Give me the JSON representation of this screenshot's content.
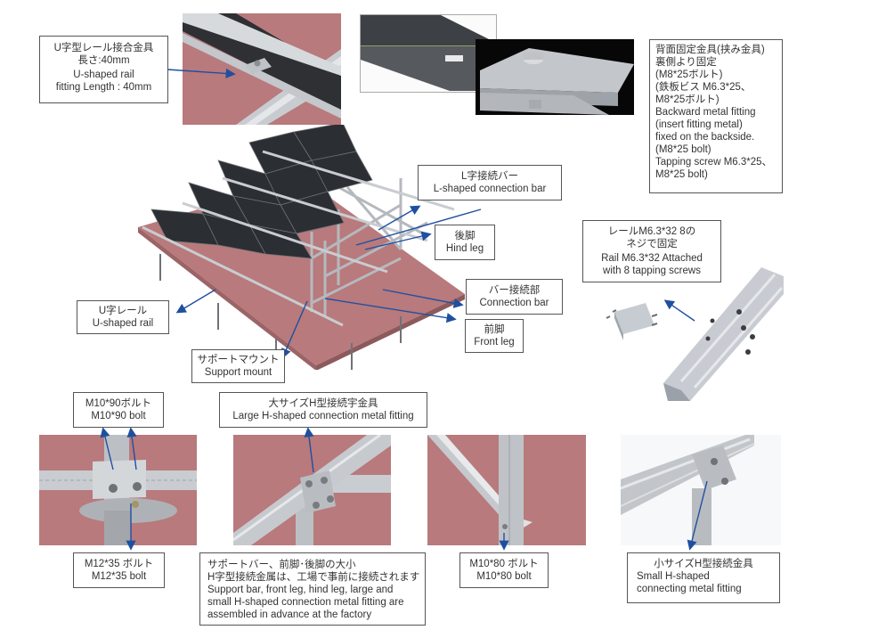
{
  "colors": {
    "ground": "#b87a7c",
    "arrow": "#1f4fa0",
    "panel": "#2b2e33",
    "steel": "#c9ccd0",
    "border": "#555555"
  },
  "labels": {
    "u_rail_fitting": {
      "ja_1": "U字型レール接合金具",
      "ja_2": "長さ:40mm",
      "en_1": "U-shaped rail",
      "en_2": "fitting Length : 40mm"
    },
    "backward_fitting": {
      "lines": [
        "背面固定金具(挟み金具)",
        "裏側より固定",
        "(M8*25ボルト)",
        "(鉄板ビス M6.3*25、",
        "M8*25ボルト)",
        "Backward metal fitting",
        "(insert fitting metal)",
        "fixed on the backside.",
        "(M8*25 bolt)",
        "Tapping screw M6.3*25、",
        "M8*25 bolt)"
      ]
    },
    "l_bar": {
      "ja": "L字接続バー",
      "en": "L-shaped connection bar"
    },
    "hind_leg": {
      "ja": "後脚",
      "en": "Hind leg"
    },
    "connection_bar": {
      "ja": "バー接続部",
      "en": "Connection bar"
    },
    "front_leg": {
      "ja": "前脚",
      "en": "Front leg"
    },
    "u_rail": {
      "ja": "U字レール",
      "en": "U-shaped rail"
    },
    "support_mount": {
      "ja": "サポートマウント",
      "en": "Support mount"
    },
    "rail_screws": {
      "ja_1": "レールM6.3*32 8の",
      "ja_2": "ネジで固定",
      "en_1": "Rail M6.3*32 Attached",
      "en_2": "with 8 tapping screws"
    },
    "m10_90": {
      "ja": "M10*90ボルト",
      "en": "M10*90 bolt"
    },
    "large_h": {
      "ja": "大サイズH型接続宇金具",
      "en": "Large H-shaped connection metal fitting"
    },
    "m12_35": {
      "ja": "M12*35 ボルト",
      "en": "M12*35 bolt"
    },
    "factory_note": {
      "lines": [
        "サポートバー、前脚･後脚の大小",
        "H字型接続金属は、工場で事前に接続されます",
        "Support bar, front leg, hind leg, large and",
        "small H-shaped connection metal fitting are",
        "assembled in advance at the factory"
      ]
    },
    "m10_80": {
      "ja": "M10*80 ボルト",
      "en": "M10*80 bolt"
    },
    "small_h": {
      "ja": "小サイズH型接続金具",
      "en_1": "Small H-shaped",
      "en_2": "connecting metal fitting"
    }
  }
}
